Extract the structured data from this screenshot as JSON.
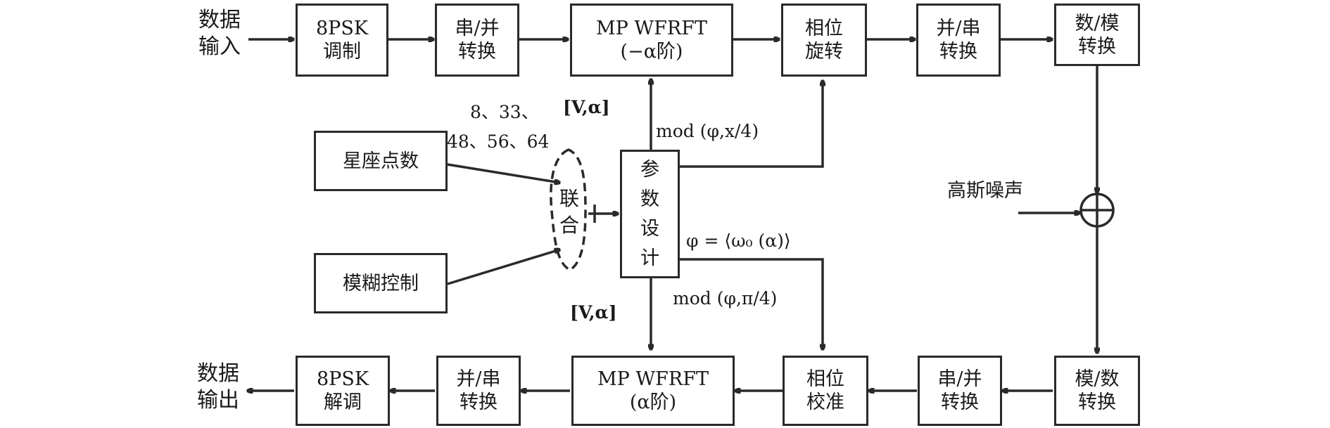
{
  "io": {
    "input": [
      "数据",
      "输入"
    ],
    "output": [
      "数据",
      "输出"
    ]
  },
  "tx_chain": {
    "modulation": [
      "8PSK",
      "调制"
    ],
    "sp": [
      "串/并",
      "转换"
    ],
    "wfrft": [
      "MP WFRFT",
      "(−α阶)"
    ],
    "rotate": [
      "相位",
      "旋转"
    ],
    "ps": [
      "并/串",
      "转换"
    ],
    "da": [
      "数/模",
      "转换"
    ]
  },
  "rx_chain": {
    "ad": [
      "模/数",
      "转换"
    ],
    "sp": [
      "串/并",
      "转换"
    ],
    "align": [
      "相位",
      "校准"
    ],
    "wfrft": [
      "MP WFRFT",
      "(α阶)"
    ],
    "ps": [
      "并/串",
      "转换"
    ],
    "demodulation": [
      "8PSK",
      "解调"
    ]
  },
  "controls": {
    "constellation": "星座点数",
    "ambiguity": "模糊控制",
    "joint": [
      "联",
      "合"
    ],
    "param_design": [
      "参",
      "数",
      "设",
      "计"
    ]
  },
  "channel": {
    "noise": "高斯噪声",
    "adder_symbol": "⊕"
  },
  "annotations": {
    "points_line1": "8、33、",
    "points_line2": "48、56、64",
    "v_alpha_top": "[V,α]",
    "v_alpha_bottom": "[V,α]",
    "mod_x4": "mod (φ,x/4)",
    "phi_omega": "φ = ⟨ω₀ (α)⟩",
    "mod_pi4": "mod (φ,π/4)"
  },
  "colors": {
    "line": "#2a2a2a",
    "box_fill": "#ffffff"
  }
}
